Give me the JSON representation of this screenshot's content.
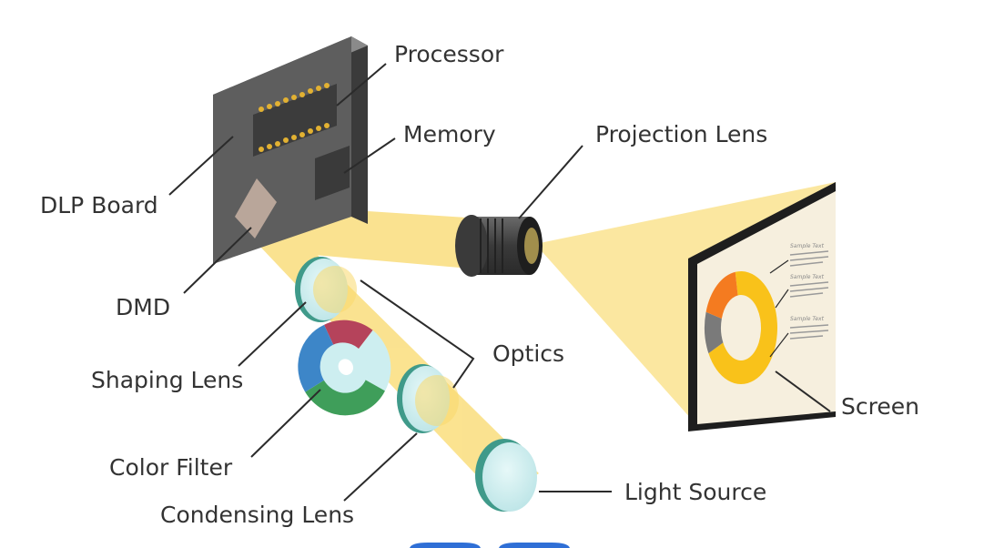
{
  "labels": {
    "processor": "Processor",
    "memory": "Memory",
    "projection_lens": "Projection Lens",
    "dlp_board": "DLP Board",
    "dmd": "DMD",
    "shaping_lens": "Shaping Lens",
    "optics": "Optics",
    "screen": "Screen",
    "color_filter": "Color Filter",
    "condensing_lens": "Condensing Lens",
    "light_source": "Light Source"
  },
  "screen_text": {
    "caption_1": "Sample Text",
    "caption_2": "Sample Text",
    "caption_3": "Sample Text"
  },
  "colors": {
    "light_beam": "#f9d96b",
    "board": "#5e5e5e",
    "chip_pins": "#e2b132",
    "lens_glass": "#cdeef0",
    "lens_rim": "#3f9a8a",
    "donut_yellow": "#f9c21a",
    "donut_gray": "#7a7a7a",
    "donut_orange": "#f47b20",
    "filter_blue": "#3d86c8",
    "filter_red": "#b5435b",
    "filter_green": "#3f9e5a"
  },
  "donut_fractions": {
    "yellow": 0.7,
    "gray": 0.12,
    "orange": 0.18
  }
}
